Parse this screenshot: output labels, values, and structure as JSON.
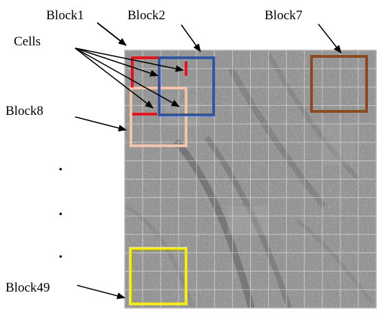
{
  "labels": {
    "block1": "Block1",
    "block2": "Block2",
    "block7": "Block7",
    "block8": "Block8",
    "block49": "Block49",
    "cells": "Cells"
  },
  "colors": {
    "block1": "#e8121c",
    "block2": "#2f57a5",
    "block7": "#8b4a1f",
    "block8": "#f3c4a8",
    "block49": "#f6ee12",
    "grid_lines": "#d9d9d9",
    "image_base": "#8f8f8f",
    "arrows": "#000000"
  },
  "grid": {
    "cells_per_side": 14,
    "blocks_per_side": 7,
    "total_blocks": 49
  }
}
